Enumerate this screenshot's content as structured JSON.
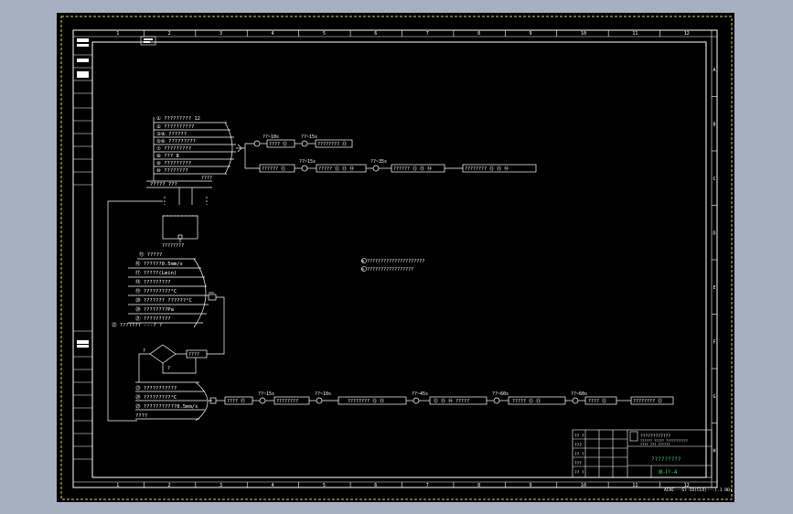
{
  "colors": {
    "background": "#000000",
    "line": "#ffffff",
    "accent": "#3cd27a",
    "viewport": "#a6b0c0"
  },
  "border": {
    "columns": [
      "1",
      "2",
      "3",
      "4",
      "5",
      "6",
      "7",
      "8",
      "9",
      "10",
      "11",
      "12"
    ],
    "rows": [
      "A",
      "B",
      "C",
      "D",
      "E",
      "F",
      "G",
      "H"
    ]
  },
  "flow": {
    "top_block": {
      "lines": [
        "① ????????? 12",
        "② ??????????",
        "③④ ??????",
        "⑤⑥ ?????????",
        "⑦ ?????????",
        "⑧ ??? 8",
        "⑨ ?????????",
        "⑩ ????????"
      ],
      "bottom_note": "????? ???",
      "side_note": "????"
    },
    "top_branch_a": {
      "label1": "??~10s",
      "box1": "???? ⑫",
      "label2": "??~15s",
      "box2": "???????? ⑬"
    },
    "top_branch_b": {
      "box1": "?????? ⑫",
      "label1": "??~15s",
      "box2": "????? ⑫ ⑬ ⑭",
      "label2": "??~35s",
      "box3": "?????? ⑫ ⑬ ⑭",
      "box4": "???????? ⑫ ⑬ ⑭"
    },
    "vessel_label": "????????",
    "legend": [
      "⊕ ?????????????????????",
      "⊖ ?????????????????"
    ],
    "mid_block": {
      "lines": [
        "⑮ ?????",
        "⑯ ??????0.5mm/s",
        "⑰ ?????(Lmin)",
        "⑱ ?????????",
        "⑲ ?????????°C",
        "⑳ ??????? ??????°C",
        "⑳ ????????Pa",
        "㉑ ?????????",
        "㉒ ??????? ---? ?"
      ]
    },
    "diamond": {
      "yes": "?",
      "no": "?",
      "box": "????"
    },
    "bottom_block": {
      "lines": [
        "㉓ ???????????",
        "㉔ ?????????°C",
        "㉕ ???????????0.5mm/s",
        "????"
      ]
    },
    "bottom_chain": {
      "box1": "???? ⑰",
      "label1": "??~15s",
      "box2": "????????",
      "label2": "??~10s",
      "box3": "???????? ⑫ ⑬",
      "label3": "??~45s",
      "box4": "⑫ ⑬ ⑭ ?????",
      "label4": "??~60s",
      "box5": "????? ⑫ ⑬",
      "label5": "??~60s",
      "box6": "???? ⑫",
      "box7": "???????? ⑫"
    }
  },
  "title_block": {
    "company": "????????????",
    "company_sub": "?????? ????? ???????????",
    "company_sub2": "???? ??? ??????",
    "drawing_title": "?????????",
    "drawing_number": "Ⅲ-Ⅰ?-4",
    "rows": [
      "?? ?",
      "???",
      "?? ?",
      "???",
      "?? ?"
    ],
    "footer_code": "ACHE---Sl-IO(CLX)---(.1 DD)"
  }
}
